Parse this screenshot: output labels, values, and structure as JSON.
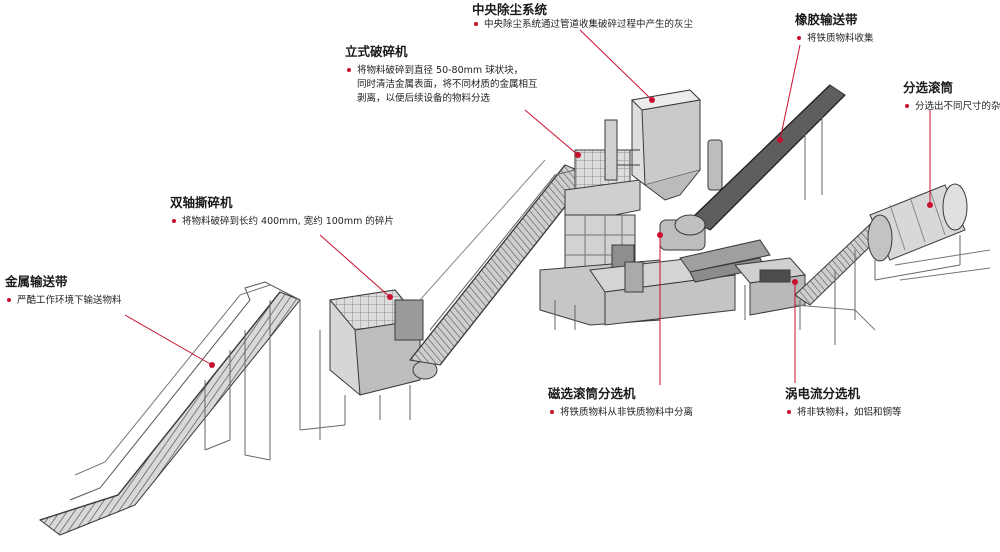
{
  "colors": {
    "callout_line": "#c8102e",
    "machine_stroke": "#3a3a3a",
    "machine_fill": "#e9e9e9",
    "text": "#1a1a1a"
  },
  "labels": {
    "metal_conveyor": {
      "title": "金属输送带",
      "desc": "严酷工作环境下输送物料"
    },
    "twin_shaft_shredder": {
      "title": "双轴撕碎机",
      "desc": "将物料破碎到长约 400mm, 宽约 100mm 的碎片"
    },
    "vertical_crusher": {
      "title": "立式破碎机",
      "desc": [
        "将物料破碎到直径 50-80mm 球状块，",
        "同时清洁金属表面，将不同材质的金属相互",
        "剥离，以便后续设备的物料分选"
      ]
    },
    "dust_system": {
      "title": "中央除尘系统",
      "desc": "中央除尘系统通过管道收集破碎过程中产生的灰尘"
    },
    "rubber_conveyor": {
      "title": "橡胶输送带",
      "desc": "将铁质物料收集"
    },
    "trommel": {
      "title": "分选滚筒",
      "desc": "分选出不同尺寸的杂料"
    },
    "magnetic_drum": {
      "title": "磁选滚筒分选机",
      "desc": "将铁质物料从非铁质物料中分离"
    },
    "eddy_current": {
      "title": "涡电流分选机",
      "desc": "将非铁物料，如铝和铜等"
    }
  }
}
